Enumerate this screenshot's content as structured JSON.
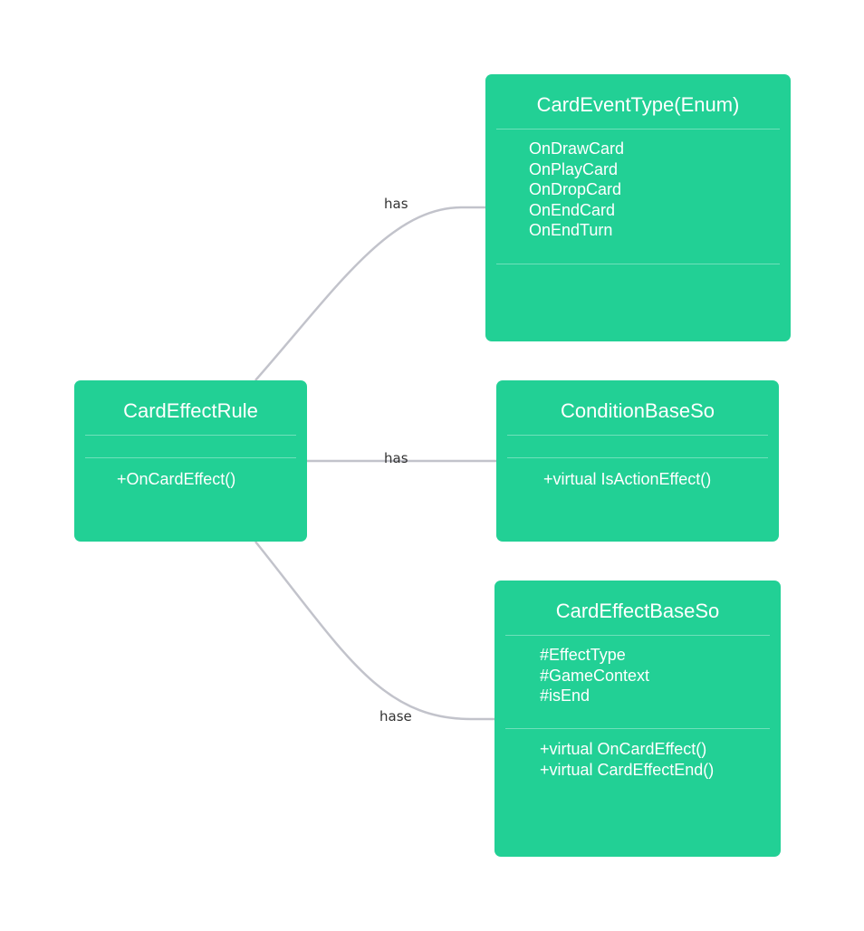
{
  "colors": {
    "box_fill": "#22d095",
    "box_text": "#ffffff",
    "connector": "#c2c3cb",
    "label_text": "#333333"
  },
  "classes": {
    "card_effect_rule": {
      "title": "CardEffectRule",
      "attributes": [],
      "methods": [
        "+OnCardEffect()"
      ]
    },
    "card_event_type": {
      "title": "CardEventType(Enum)",
      "attributes": [
        "OnDrawCard",
        "OnPlayCard",
        "OnDropCard",
        "OnEndCard",
        "OnEndTurn"
      ],
      "methods": []
    },
    "condition_base_so": {
      "title": "ConditionBaseSo",
      "attributes": [],
      "methods": [
        "+virtual IsActionEffect()"
      ]
    },
    "card_effect_base_so": {
      "title": "CardEffectBaseSo",
      "attributes": [
        "#EffectType",
        "#GameContext",
        "#isEnd"
      ],
      "methods": [
        "+virtual OnCardEffect()",
        "+virtual CardEffectEnd()"
      ]
    }
  },
  "relations": [
    {
      "from": "CardEffectRule",
      "to": "CardEventType(Enum)",
      "label": "has"
    },
    {
      "from": "CardEffectRule",
      "to": "ConditionBaseSo",
      "label": "has"
    },
    {
      "from": "CardEffectRule",
      "to": "CardEffectBaseSo",
      "label": "hase"
    }
  ]
}
